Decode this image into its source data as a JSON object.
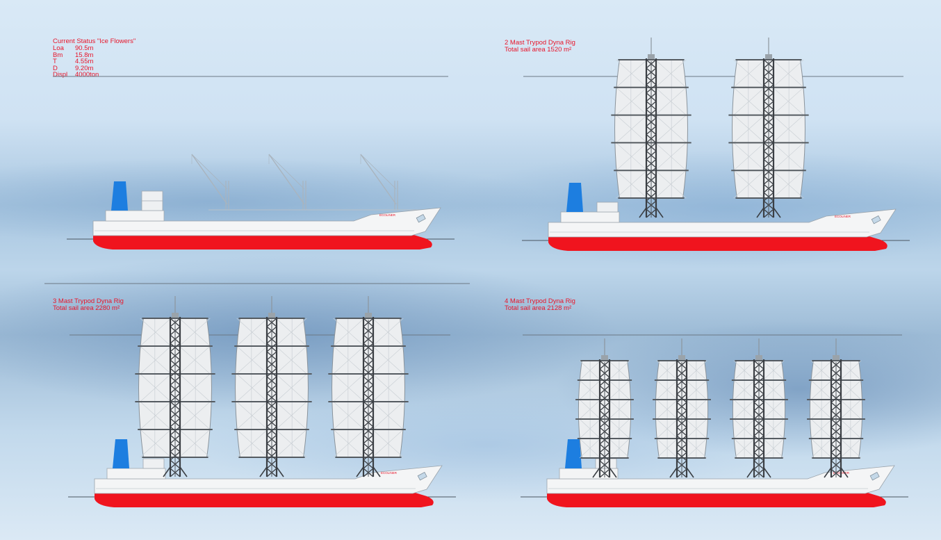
{
  "panels": [
    {
      "id": "current",
      "title": "Current Status \"Ice Flowers\"",
      "specs": [
        {
          "label": "Loa",
          "value": "90.5m"
        },
        {
          "label": "Bm",
          "value": "15.8m"
        },
        {
          "label": "T",
          "value": "4.55m"
        },
        {
          "label": "D",
          "value": "9.20m"
        },
        {
          "label": "Displ",
          "value": "4000ton"
        }
      ],
      "ship_name": "ECOLINER"
    },
    {
      "id": "two-mast",
      "title": "2 Mast Trypod Dyna Rig",
      "subtitle": "Total sail area 1520 m²",
      "ship_name": "ECOLINER"
    },
    {
      "id": "three-mast",
      "title": "3 Mast Trypod Dyna Rig",
      "subtitle": "Total sail area 2280 m²",
      "ship_name": "ECOLINER"
    },
    {
      "id": "four-mast",
      "title": "4 Mast Trypod Dyna Rig",
      "subtitle": "Total sail area 2128 m²",
      "ship_name": "ECOLINER"
    }
  ],
  "colors": {
    "label_red": "#e8152a",
    "hull_red": "#f0141e",
    "funnel_blue": "#1d7ee0",
    "sail_fill": "#eceef0",
    "mast_dark": "#3b3f44"
  }
}
